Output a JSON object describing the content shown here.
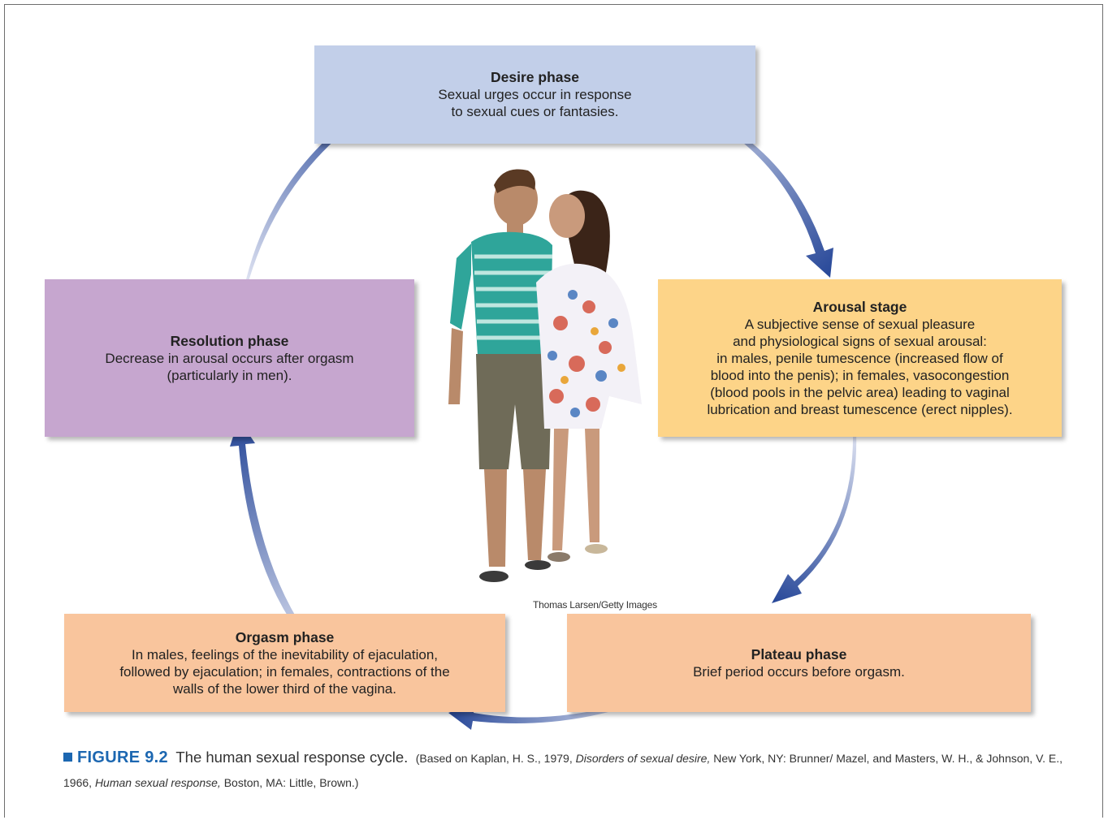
{
  "figure": {
    "number": "FIGURE 9.2",
    "title": "The human sexual response cycle.",
    "source_before_book1": "(Based on Kaplan, H. S., 1979, ",
    "book1": "Disorders of sexual desire,",
    "source_mid": " New York, NY: Brunner/ Mazel, and Masters, W. H., & Johnson, V. E., 1966, ",
    "book2": "Human sexual response,",
    "source_end": " Boston, MA: Little, Brown.)"
  },
  "photo_credit": "Thomas Larsen/Getty Images",
  "phases": {
    "desire": {
      "title": "Desire phase",
      "text": "Sexual urges occur in response\nto sexual cues or fantasies.",
      "color": "#c2cfe9"
    },
    "arousal": {
      "title": "Arousal stage",
      "text": "A subjective sense of sexual pleasure\nand physiological signs of sexual arousal:\nin males, penile tumescence (increased flow of\nblood into the penis); in females, vasocongestion\n(blood pools in the pelvic area) leading to vaginal\nlubrication and breast tumescence (erect nipples).",
      "color": "#fdd488"
    },
    "plateau": {
      "title": "Plateau phase",
      "text": "Brief period occurs before orgasm.",
      "color": "#f9c59d"
    },
    "orgasm": {
      "title": "Orgasm phase",
      "text": "In males, feelings of the inevitability of ejaculation,\nfollowed by ejaculation; in females, contractions of the\nwalls of the lower third of the vagina.",
      "color": "#f9c59d"
    },
    "resolution": {
      "title": "Resolution phase",
      "text": "Decrease in arousal occurs after orgasm\n(particularly in men).",
      "color": "#c6a6cf"
    }
  },
  "colors": {
    "arrow_dark": "#2a4a9a",
    "arrow_light": "#dfe3f2",
    "accent_blue": "#1c67b1"
  },
  "icons": [
    "cycle-arrow-icon",
    "couple-photo"
  ]
}
